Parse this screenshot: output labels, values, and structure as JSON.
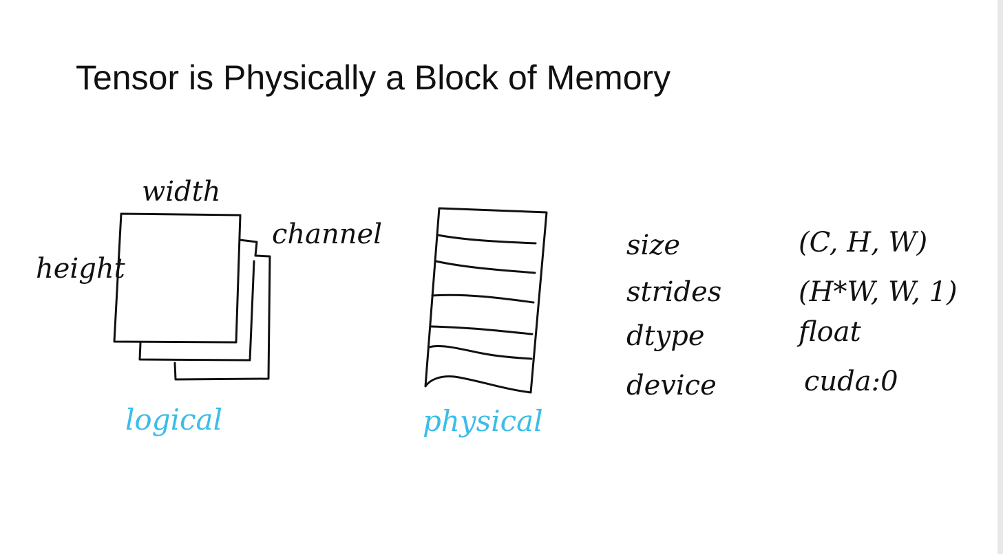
{
  "title": "Tensor is Physically a Block of Memory",
  "logical_diagram": {
    "width_label": "width",
    "height_label": "height",
    "channel_label": "channel",
    "caption": "logical"
  },
  "physical_diagram": {
    "caption": "physical"
  },
  "properties": [
    {
      "name": "size",
      "value": "(C, H, W)"
    },
    {
      "name": "strides",
      "value": "(H*W, W, 1)"
    },
    {
      "name": "dtype",
      "value": "float"
    },
    {
      "name": "device",
      "value": "cuda:0"
    }
  ],
  "colors": {
    "ink": "#111111",
    "caption_blue": "#3bbde8"
  }
}
